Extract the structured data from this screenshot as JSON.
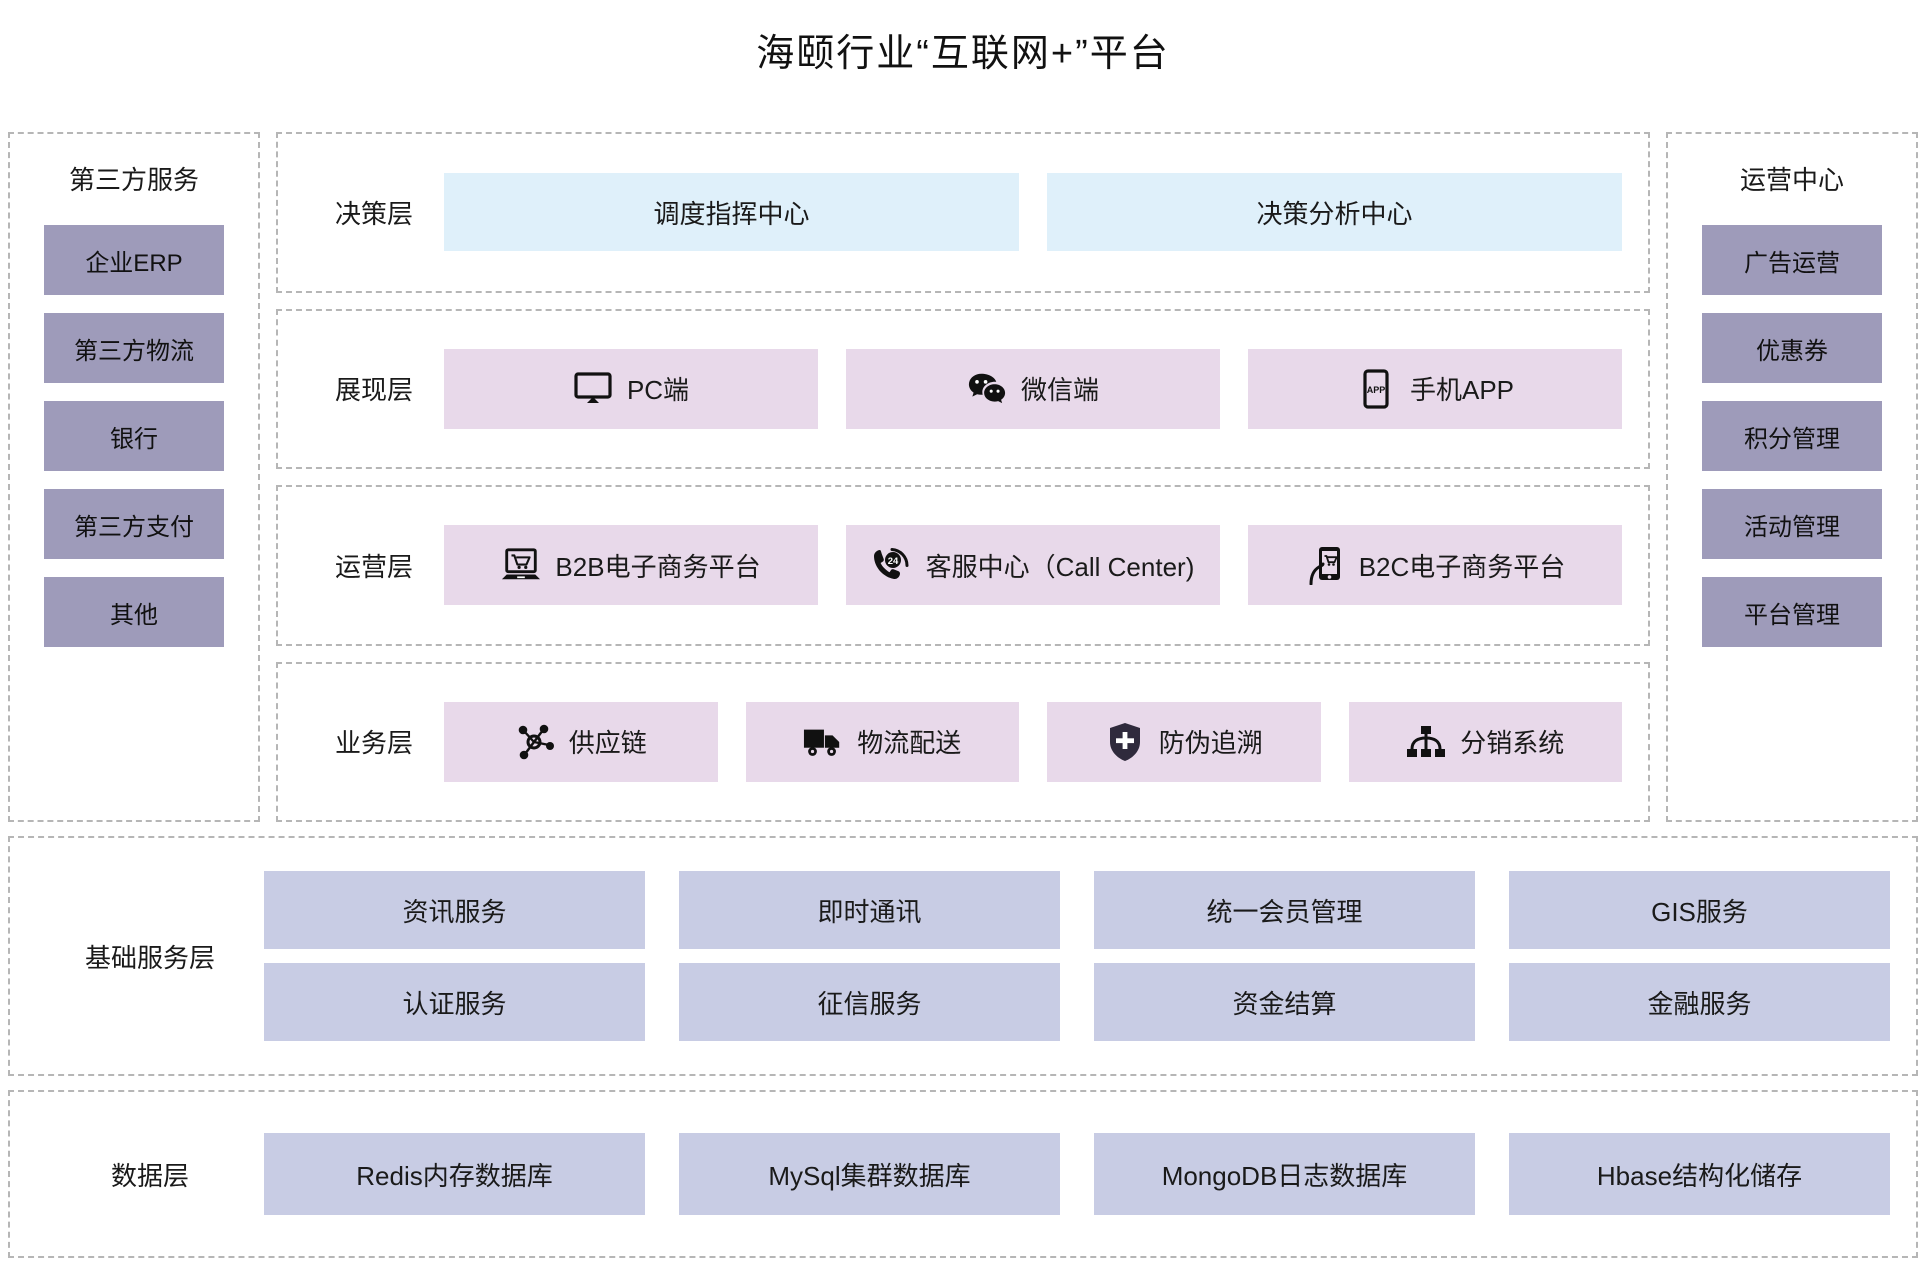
{
  "title": "海颐行业“互联网+”平台",
  "colors": {
    "sidebar_box": "#9e9bba",
    "decision_card": "#dff0fa",
    "layer_card": "#e8d9ea",
    "base_cell": "#c8cce4",
    "dashed_border": "#b6b6b6"
  },
  "left_sidebar": {
    "title": "第三方服务",
    "items": [
      {
        "label": "企业ERP"
      },
      {
        "label": "第三方物流"
      },
      {
        "label": "银行"
      },
      {
        "label": "第三方支付"
      },
      {
        "label": "其他"
      }
    ]
  },
  "right_sidebar": {
    "title": "运营中心",
    "items": [
      {
        "label": "广告运营"
      },
      {
        "label": "优惠券"
      },
      {
        "label": "积分管理"
      },
      {
        "label": "活动管理"
      },
      {
        "label": "平台管理"
      }
    ]
  },
  "layers": [
    {
      "label": "决策层",
      "style": "blue",
      "cards": [
        {
          "label": "调度指挥中心",
          "icon": ""
        },
        {
          "label": "决策分析中心",
          "icon": ""
        }
      ]
    },
    {
      "label": "展现层",
      "style": "pink",
      "cards": [
        {
          "label": "PC端",
          "icon": "monitor-icon"
        },
        {
          "label": "微信端",
          "icon": "wechat-icon"
        },
        {
          "label": "手机APP",
          "icon": "mobile-app-icon"
        }
      ]
    },
    {
      "label": "运营层",
      "style": "pink",
      "cards": [
        {
          "label": "B2B电子商务平台",
          "icon": "laptop-cart-icon"
        },
        {
          "label": "客服中心（Call Center)",
          "icon": "phone-24-icon"
        },
        {
          "label": "B2C电子商务平台",
          "icon": "mobile-cart-icon"
        }
      ]
    },
    {
      "label": "业务层",
      "style": "pink",
      "cards": [
        {
          "label": "供应链",
          "icon": "network-nodes-icon"
        },
        {
          "label": "物流配送",
          "icon": "truck-icon"
        },
        {
          "label": "防伪追溯",
          "icon": "shield-plus-icon"
        },
        {
          "label": "分销系统",
          "icon": "hierarchy-icon"
        }
      ]
    }
  ],
  "base_service_layer": {
    "label": "基础服务层",
    "rows": [
      [
        {
          "label": "资讯服务"
        },
        {
          "label": "即时通讯"
        },
        {
          "label": "统一会员管理"
        },
        {
          "label": "GIS服务"
        }
      ],
      [
        {
          "label": "认证服务"
        },
        {
          "label": "征信服务"
        },
        {
          "label": "资金结算"
        },
        {
          "label": "金融服务"
        }
      ]
    ]
  },
  "data_layer": {
    "label": "数据层",
    "items": [
      {
        "label": "Redis内存数据库"
      },
      {
        "label": "MySql集群数据库"
      },
      {
        "label": "MongoDB日志数据库"
      },
      {
        "label": "Hbase结构化储存"
      }
    ]
  }
}
